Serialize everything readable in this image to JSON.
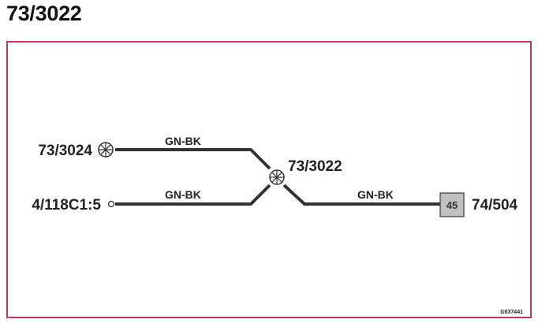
{
  "title": "73/3022",
  "colors": {
    "frame": "#c2365b",
    "wire": "#333333",
    "connector_fill": "#c0c0c0"
  },
  "nodes": {
    "top_left": {
      "label": "73/3024",
      "symbol": "ground-point-icon"
    },
    "bottom_left": {
      "label": "4/118C1:5",
      "symbol": "open-terminal-icon"
    },
    "splice": {
      "label": "73/3022",
      "symbol": "splice-point-icon"
    },
    "right": {
      "label": "74/504",
      "connector_number": "45",
      "symbol": "connector-box-icon"
    }
  },
  "wires": {
    "top": {
      "label": "GN-BK"
    },
    "bottom": {
      "label": "GN-BK"
    },
    "right": {
      "label": "GN-BK"
    }
  },
  "drawing_id": "G037441"
}
